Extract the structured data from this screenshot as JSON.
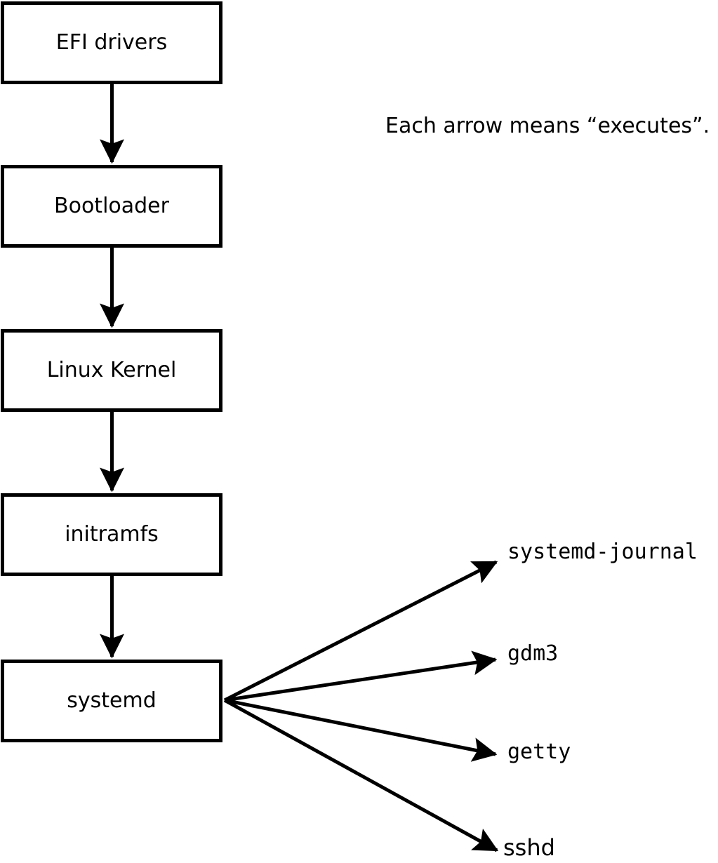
{
  "diagram": {
    "title_note": "Each arrow means “executes”.",
    "arrow_meaning": "executes",
    "boot_chain": [
      {
        "label": "EFI drivers"
      },
      {
        "label": "Bootloader"
      },
      {
        "label": "Linux Kernel"
      },
      {
        "label": "initramfs"
      },
      {
        "label": "systemd"
      }
    ],
    "spawned_processes": [
      {
        "label": "systemd-journal"
      },
      {
        "label": "gdm3"
      },
      {
        "label": "getty"
      },
      {
        "label": "sshd"
      }
    ],
    "edges": [
      {
        "from": "EFI drivers",
        "to": "Bootloader",
        "relation": "executes"
      },
      {
        "from": "Bootloader",
        "to": "Linux Kernel",
        "relation": "executes"
      },
      {
        "from": "Linux Kernel",
        "to": "initramfs",
        "relation": "executes"
      },
      {
        "from": "initramfs",
        "to": "systemd",
        "relation": "executes"
      },
      {
        "from": "systemd",
        "to": "systemd-journal",
        "relation": "executes"
      },
      {
        "from": "systemd",
        "to": "gdm3",
        "relation": "executes"
      },
      {
        "from": "systemd",
        "to": "getty",
        "relation": "executes"
      },
      {
        "from": "systemd",
        "to": "sshd",
        "relation": "executes"
      }
    ],
    "colors": {
      "line": "#000000",
      "box_fill": "#ffffff",
      "text": "#000000",
      "background": "#ffffff"
    }
  }
}
